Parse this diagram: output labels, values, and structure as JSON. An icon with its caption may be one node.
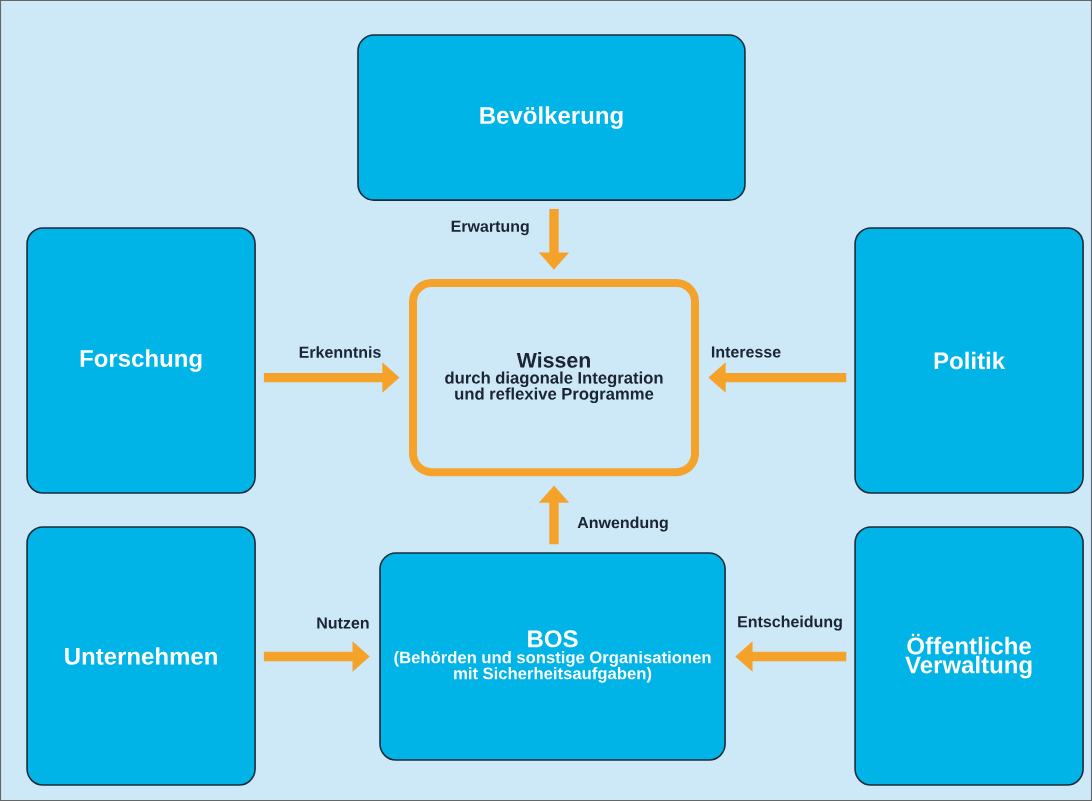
{
  "diagram": {
    "nodes": [
      {
        "text": [
          "Bevölkerung"
        ]
      },
      {
        "text": [
          "Forschung"
        ]
      },
      {
        "text": [
          "Wissen",
          "durch diagonale Integration und reflexive Programme"
        ]
      },
      {
        "text": [
          "Politik"
        ]
      },
      {
        "text": [
          "Unternehmen"
        ]
      },
      {
        "text": [
          "BOS",
          "(Behörden und sonstige Organisationen mit Sicherheitsaufgaben)"
        ]
      },
      {
        "text": [
          "Öffentliche Verwaltung"
        ]
      }
    ],
    "edges": [
      {
        "from": 0,
        "to": 2,
        "arrow": "to",
        "label": "Erwartung"
      },
      {
        "from": 1,
        "to": 2,
        "arrow": "to",
        "label": "Erkenntnis"
      },
      {
        "from": 3,
        "to": 2,
        "arrow": "to",
        "label": "Interesse"
      },
      {
        "from": 5,
        "to": 2,
        "arrow": "to",
        "label": "Anwendung"
      },
      {
        "from": 4,
        "to": 5,
        "arrow": "to",
        "label": "Nutzen"
      },
      {
        "from": 6,
        "to": 5,
        "arrow": "to",
        "label": "Entscheidung"
      }
    ]
  }
}
